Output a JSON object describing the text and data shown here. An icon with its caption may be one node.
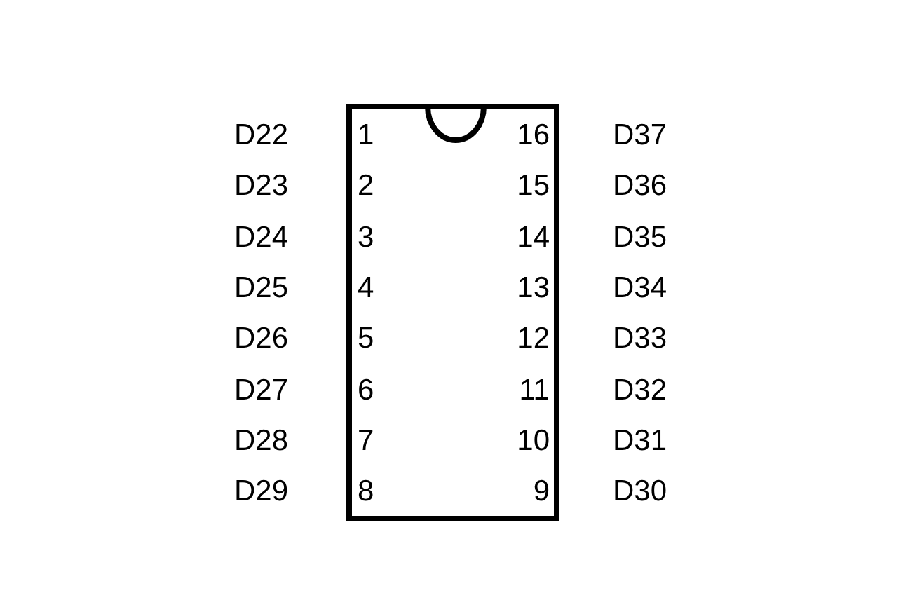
{
  "diagram": {
    "labels": [
      "D22",
      "1",
      "16",
      "D37",
      "D23",
      "2",
      "15",
      "D36",
      "D24",
      "3",
      "14",
      "D35",
      "D25",
      "4",
      "13",
      "D34",
      "D26",
      "5",
      "12",
      "D33",
      "D27",
      "6",
      "11",
      "D32",
      "D28",
      "7",
      "10",
      "D31",
      "D29",
      "8",
      "9",
      "D30"
    ]
  }
}
